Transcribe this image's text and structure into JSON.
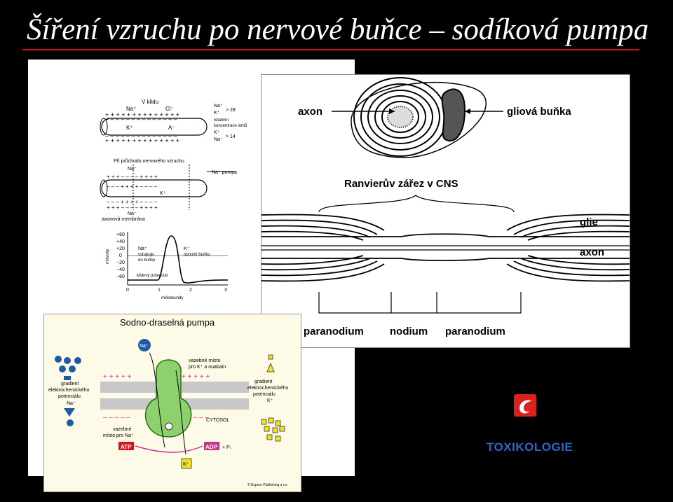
{
  "title": "Šíření vzruchu po nervové buňce – sodíková pumpa",
  "left_panel": {
    "rest_label": "V klidu",
    "na": "Na⁺",
    "cl": "Cl⁻",
    "k": "K⁺",
    "a": "A⁻",
    "ratio1": "> 28",
    "ratio2": "> 14",
    "rel1": "relativní",
    "rel2": "koncentrace iontů",
    "pass_label": "Při průchodu nervového vzruchu",
    "pump_label": "Na⁺ pumpa",
    "membrane_label": "axonová membrána",
    "graph": {
      "ylabel": "milivolty",
      "yticks": [
        "+60",
        "+40",
        "+20",
        "0",
        "−20",
        "−40",
        "−60"
      ],
      "xticks": [
        "0",
        "1",
        "2",
        "3"
      ],
      "xlabel": "milisekundy",
      "na_enters_1": "vstupuje",
      "na_enters_2": "do buňky",
      "k_leaves": "opouští buňku",
      "rest_potential": "klidový potenciál"
    }
  },
  "right_panel": {
    "axon": "axon",
    "glia_cell": "gliová buňka",
    "node_title": "Ranvierův zářez v CNS",
    "glia": "glie",
    "axon2": "axon",
    "paranodium": "paranodium",
    "nodium": "nodium"
  },
  "pump_panel": {
    "title": "Sodno-draselná pumpa",
    "na": "Na⁺",
    "k": "K⁺",
    "gradient_1": "gradient",
    "gradient_2": "elektrochemického",
    "gradient_3": "potenciálu",
    "binding_top_1": "vazebné místo",
    "binding_top_2": "pro K⁺ a ouabain",
    "binding_na_1": "vazebné",
    "binding_na_2": "místo pro Na⁺",
    "cytosol": "CYTOSOL",
    "atp": "ATP",
    "adp": "ADP",
    "pi": "+ Pᵢ",
    "copyright": "© Espero Publishing s.r.o."
  },
  "brand": "TOXIKOLOGIE",
  "colors": {
    "accent": "#d0151b",
    "brand": "#2f66c8",
    "pump": "#8cd16b",
    "ion": "#1f5aa6",
    "k_ion": "#f2e31d"
  }
}
